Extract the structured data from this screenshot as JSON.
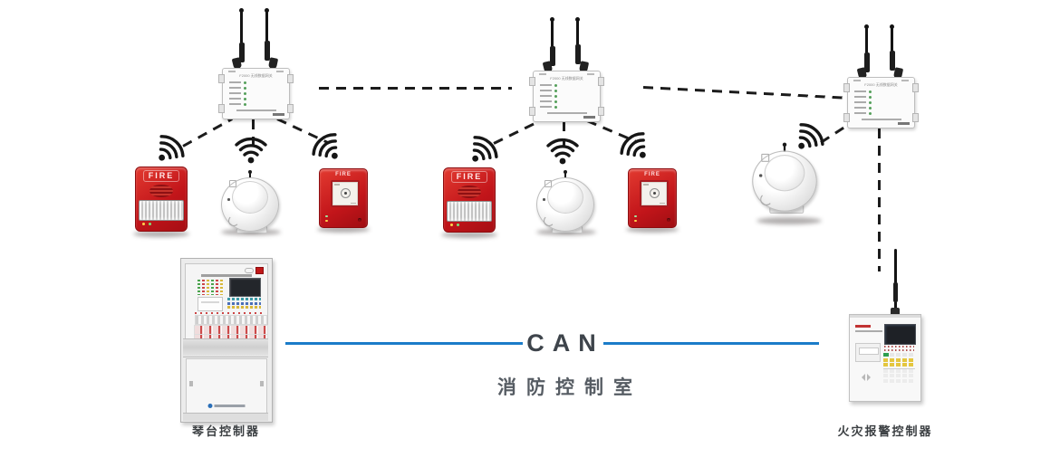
{
  "labels": {
    "can_bus": "CAN",
    "control_room": "消防控制室",
    "fire": "FIRE"
  },
  "controllers": {
    "left": {
      "label": "琴台控制器",
      "type": "console-fire-control-cabinet"
    },
    "right": {
      "label": "火灾报警控制器",
      "type": "wall-mounted-fire-alarm-controller"
    }
  },
  "gateway": {
    "title": "F2000 无线数据网关",
    "count": 3,
    "antennas_per_gateway": 2
  },
  "topology": {
    "bus": "CAN",
    "clusters": [
      {
        "gateway": 1,
        "devices": [
          "fire-strobe",
          "smoke-detector",
          "manual-call-point"
        ]
      },
      {
        "gateway": 2,
        "devices": [
          "fire-strobe",
          "smoke-detector",
          "manual-call-point"
        ]
      },
      {
        "gateway": 3,
        "devices": [
          "smoke-detector"
        ]
      }
    ],
    "room_devices": [
      "console-controller",
      "fire-alarm-controller"
    ]
  },
  "colors": {
    "accent_blue": "#1b7cc9",
    "device_red": "#c9151c",
    "dash_black": "#1c1c1c",
    "can_text": "#3e444b",
    "room_text": "#565c63"
  },
  "icons": {
    "wifi_signal": "three arcs + dot",
    "antenna": "vertical rod with sleeve"
  }
}
